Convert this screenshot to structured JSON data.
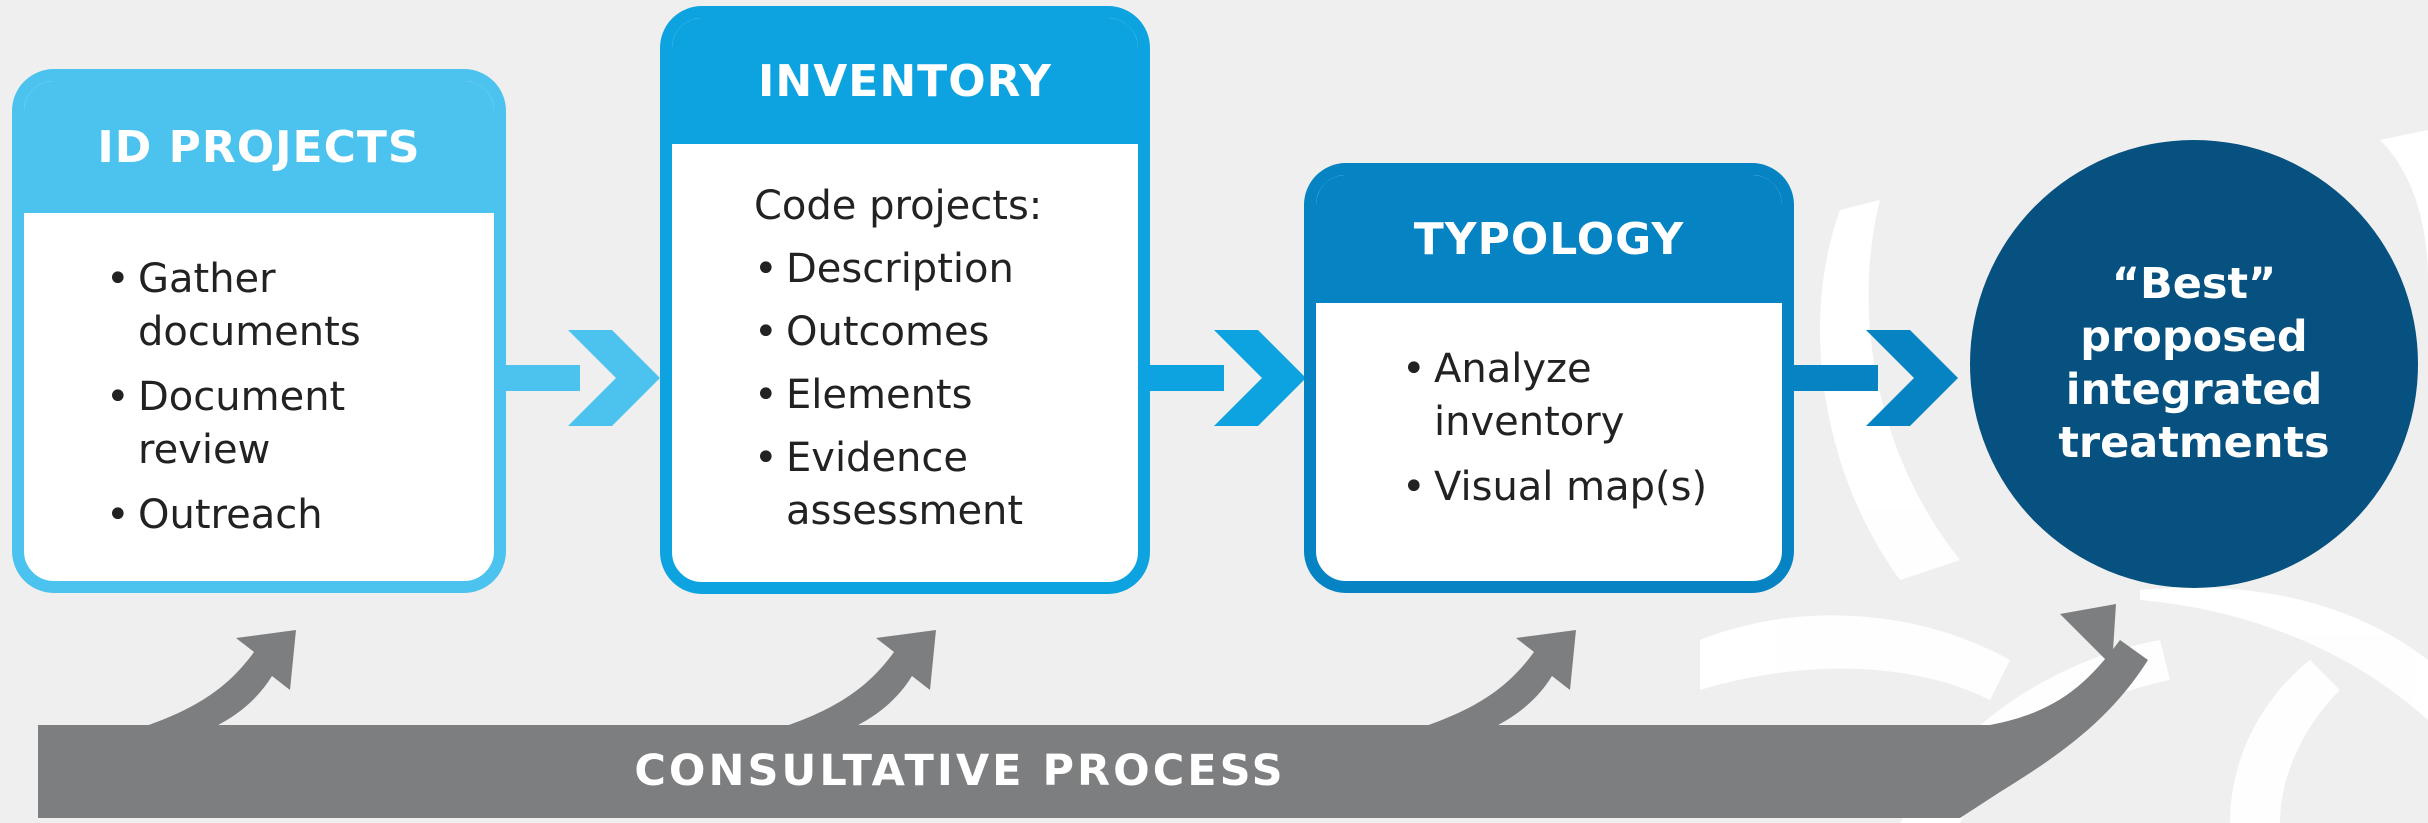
{
  "steps": [
    {
      "title": "ID PROJECTS",
      "color": "#4cc3ee",
      "items": [
        "Gather documents",
        "Document review",
        "Outreach"
      ]
    },
    {
      "title": "INVENTORY",
      "color": "#0ca3e0",
      "intro": "Code projects:",
      "items": [
        "Description",
        "Outcomes",
        "Elements",
        "Evidence assessment"
      ]
    },
    {
      "title": "TYPOLOGY",
      "color": "#0683c2",
      "items": [
        "Analyze inventory",
        "Visual map(s)"
      ]
    }
  ],
  "result": {
    "text": "“Best” proposed integrated treatments",
    "color": "#06517f"
  },
  "process": {
    "label": "CONSULTATIVE PROCESS",
    "color": "#7d7e80"
  }
}
